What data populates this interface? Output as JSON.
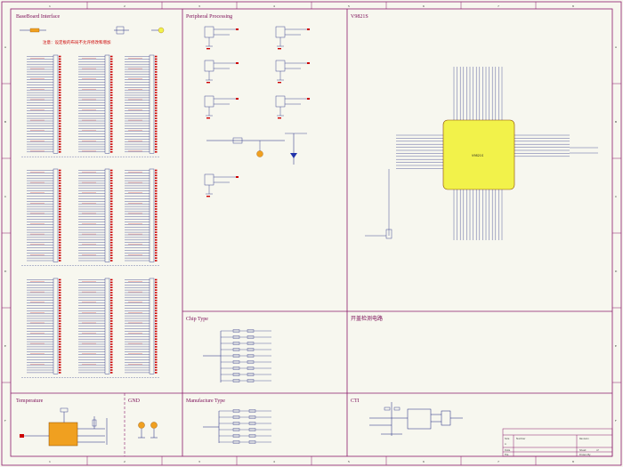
{
  "sheet": {
    "frame_color": "#8a1a6a",
    "wire_color": "#1a237e",
    "pin_color": "#cc0000",
    "ic_fill": "#f2f24a",
    "part_fill": "#f0a020",
    "border_numbers_top": [
      "1",
      "2",
      "3",
      "4",
      "5",
      "6",
      "7",
      "8"
    ],
    "border_numbers_bottom": [
      "1",
      "2",
      "3",
      "4",
      "5",
      "6",
      "7",
      "8"
    ],
    "border_letters_left": [
      "A",
      "B",
      "C",
      "D",
      "E",
      "F"
    ],
    "border_letters_right": [
      "A",
      "B",
      "C",
      "D",
      "E",
      "F"
    ]
  },
  "sections": {
    "baseboard": {
      "title": "BaseBoard Interface",
      "note": "注意：设定板的布局不允许修改和增加"
    },
    "peripheral": {
      "title": "Peripheral Processing"
    },
    "main_ic": {
      "title": "V9821S",
      "part_name": "V9821S"
    },
    "chip_type": {
      "title": "Chip Type"
    },
    "power_circuit": {
      "title": "开盖检测电路"
    },
    "temperature": {
      "title": "Temperature"
    },
    "gnd": {
      "title": "GND"
    },
    "manufacturer": {
      "title": "Manufacture Type"
    },
    "ct": {
      "title": "CTI"
    }
  },
  "title_block": {
    "size_label": "Size",
    "number_label": "Number",
    "revision_label": "Revision",
    "size_value": "A",
    "date_label": "Date",
    "sheet_label": "Sheet",
    "of_label": "of",
    "file_label": "File",
    "drawn_label": "Drawn By"
  }
}
